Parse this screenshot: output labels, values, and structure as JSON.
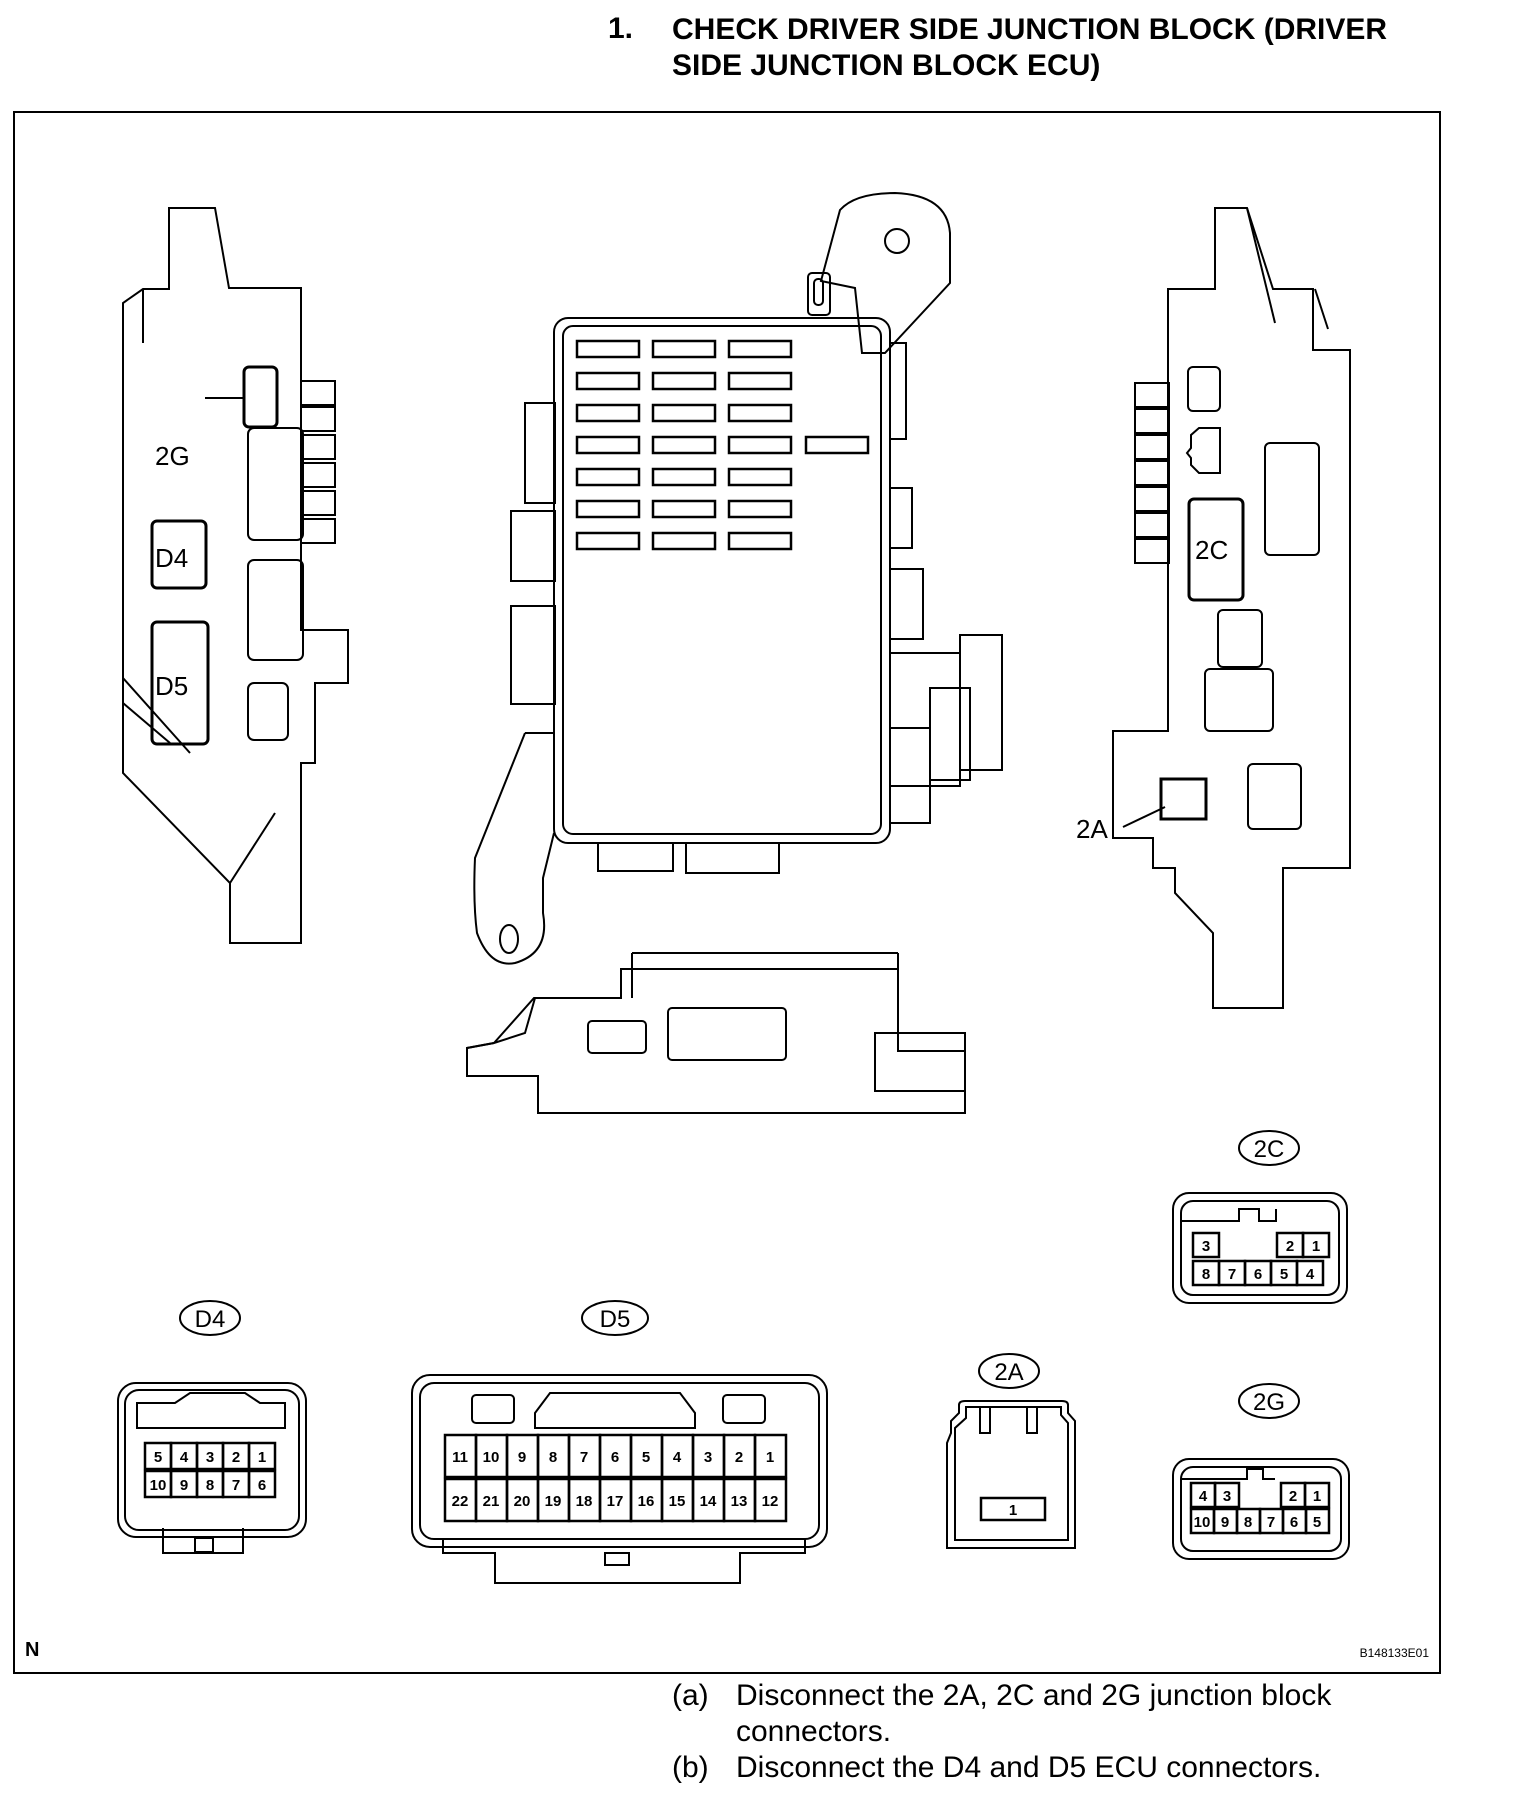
{
  "header": {
    "number": "1.",
    "title": "CHECK DRIVER SIDE JUNCTION BLOCK (DRIVER SIDE JUNCTION BLOCK ECU)"
  },
  "figure": {
    "callouts": {
      "left_2g": "2G",
      "left_d4": "D4",
      "left_d5": "D5",
      "right_2c": "2C",
      "right_2a": "2A"
    },
    "connectors": {
      "c2c": {
        "label": "2C",
        "row1": [
          "3",
          "2",
          "1"
        ],
        "row2": [
          "8",
          "7",
          "6",
          "5",
          "4"
        ]
      },
      "d4": {
        "label": "D4",
        "row1": [
          "5",
          "4",
          "3",
          "2",
          "1"
        ],
        "row2": [
          "10",
          "9",
          "8",
          "7",
          "6"
        ]
      },
      "d5": {
        "label": "D5",
        "row1": [
          "11",
          "10",
          "9",
          "8",
          "7",
          "6",
          "5",
          "4",
          "3",
          "2",
          "1"
        ],
        "row2": [
          "22",
          "21",
          "20",
          "19",
          "18",
          "17",
          "16",
          "15",
          "14",
          "13",
          "12"
        ]
      },
      "c2a": {
        "label": "2A",
        "row1": [
          "1"
        ]
      },
      "c2g": {
        "label": "2G",
        "row1": [
          "4",
          "3",
          "2",
          "1"
        ],
        "row2": [
          "10",
          "9",
          "8",
          "7",
          "6",
          "5"
        ]
      }
    },
    "corner_n": "N",
    "figure_id": "B148133E01"
  },
  "instructions": [
    {
      "label": "(a)",
      "text": "Disconnect the 2A, 2C and 2G junction block connectors."
    },
    {
      "label": "(b)",
      "text": "Disconnect the D4 and D5 ECU connectors."
    }
  ]
}
